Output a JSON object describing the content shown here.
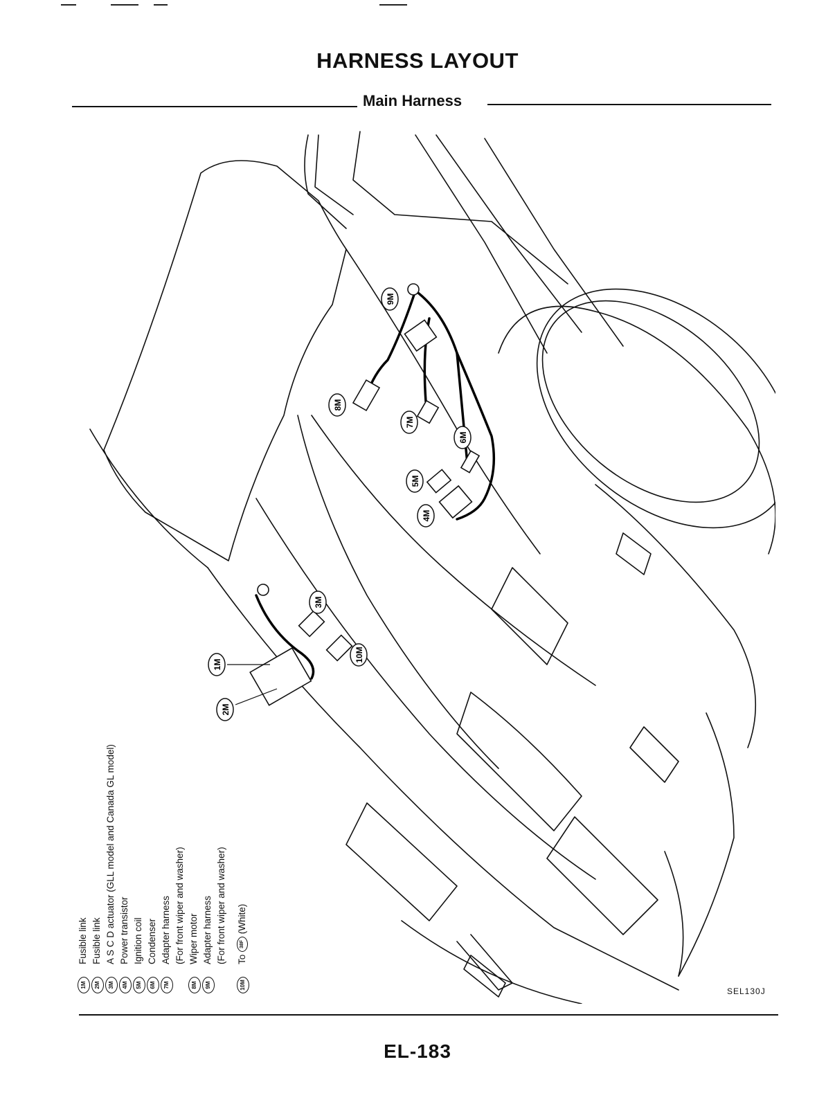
{
  "page": {
    "title": "HARNESS LAYOUT",
    "subtitle": "Main Harness",
    "figure_code": "SEL130J",
    "page_number": "EL-183"
  },
  "callouts": [
    "1M",
    "2M",
    "3M",
    "4M",
    "5M",
    "6M",
    "7M",
    "8M",
    "9M",
    "10M"
  ],
  "legend": [
    {
      "id": "1M",
      "desc": "Fusible link"
    },
    {
      "id": "2M",
      "desc": "Fusible link"
    },
    {
      "id": "3M",
      "desc": "A S C D actuator (GLL model and Canada GL model)"
    },
    {
      "id": "4M",
      "desc": "Power transistor"
    },
    {
      "id": "5M",
      "desc": "Ignition coil"
    },
    {
      "id": "6M",
      "desc": "Condenser"
    },
    {
      "id": "7M",
      "desc": "Adapter harness"
    },
    {
      "id": "7M_cont",
      "desc": "(For front wiper and washer)"
    },
    {
      "id": "8M",
      "desc": "Wiper motor"
    },
    {
      "id": "9M",
      "desc": "Adapter harness"
    },
    {
      "id": "9M_cont",
      "desc": "(For front wiper and washer)"
    },
    {
      "id": "10M",
      "desc_prefix": "To",
      "ref": "38F",
      "desc_suffix": "(White)"
    }
  ]
}
